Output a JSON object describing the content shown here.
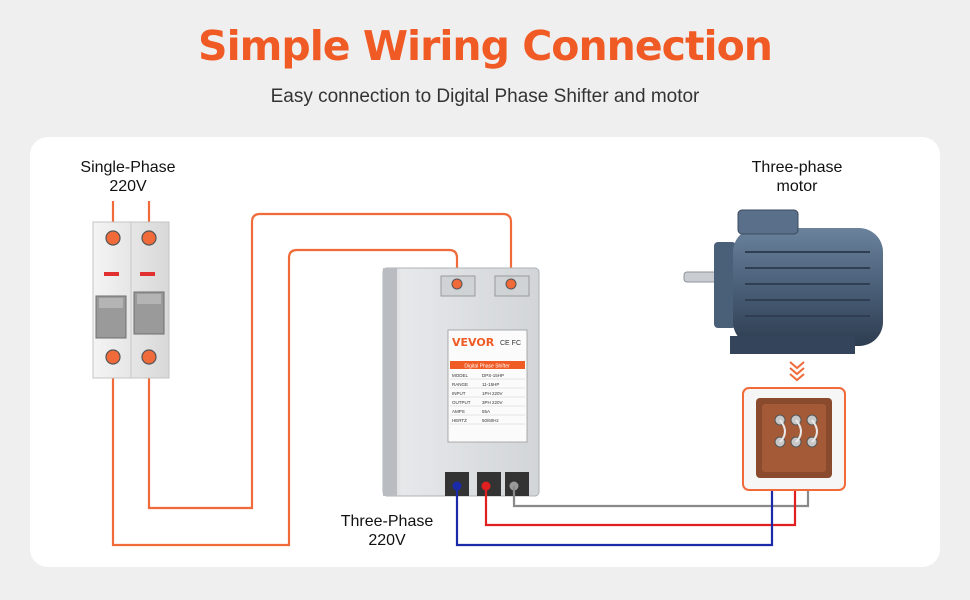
{
  "header": {
    "title": "Simple Wiring Connection",
    "subtitle": "Easy connection to Digital Phase Shifter and motor"
  },
  "labels": {
    "single_phase_line1": "Single-Phase",
    "single_phase_line2": "220V",
    "motor_line1": "Three-phase",
    "motor_line2": "motor",
    "three_phase_line1": "Three-Phase",
    "three_phase_line2": "220V"
  },
  "device": {
    "brand": "VEVOR",
    "marks": "CE FC",
    "plate_title": "Digital Phase Shifter",
    "plate_rows": [
      {
        "k": "MODEL",
        "v": "DPS-15HP"
      },
      {
        "k": "RANGE",
        "v": "11-15HP"
      },
      {
        "k": "INPUT",
        "v": "1PH 220V"
      },
      {
        "k": "OUTPUT",
        "v": "3PH 220V"
      },
      {
        "k": "AMPS",
        "v": "55A"
      },
      {
        "k": "HERTZ",
        "v": "50/60Hz"
      }
    ]
  },
  "colors": {
    "accent": "#f05a24",
    "wire_orange": "#f06a3a",
    "wire_red": "#e02020",
    "wire_blue": "#1a2aa8",
    "wire_gray": "#8a8a8a",
    "motor_body": "#4a5f78"
  }
}
